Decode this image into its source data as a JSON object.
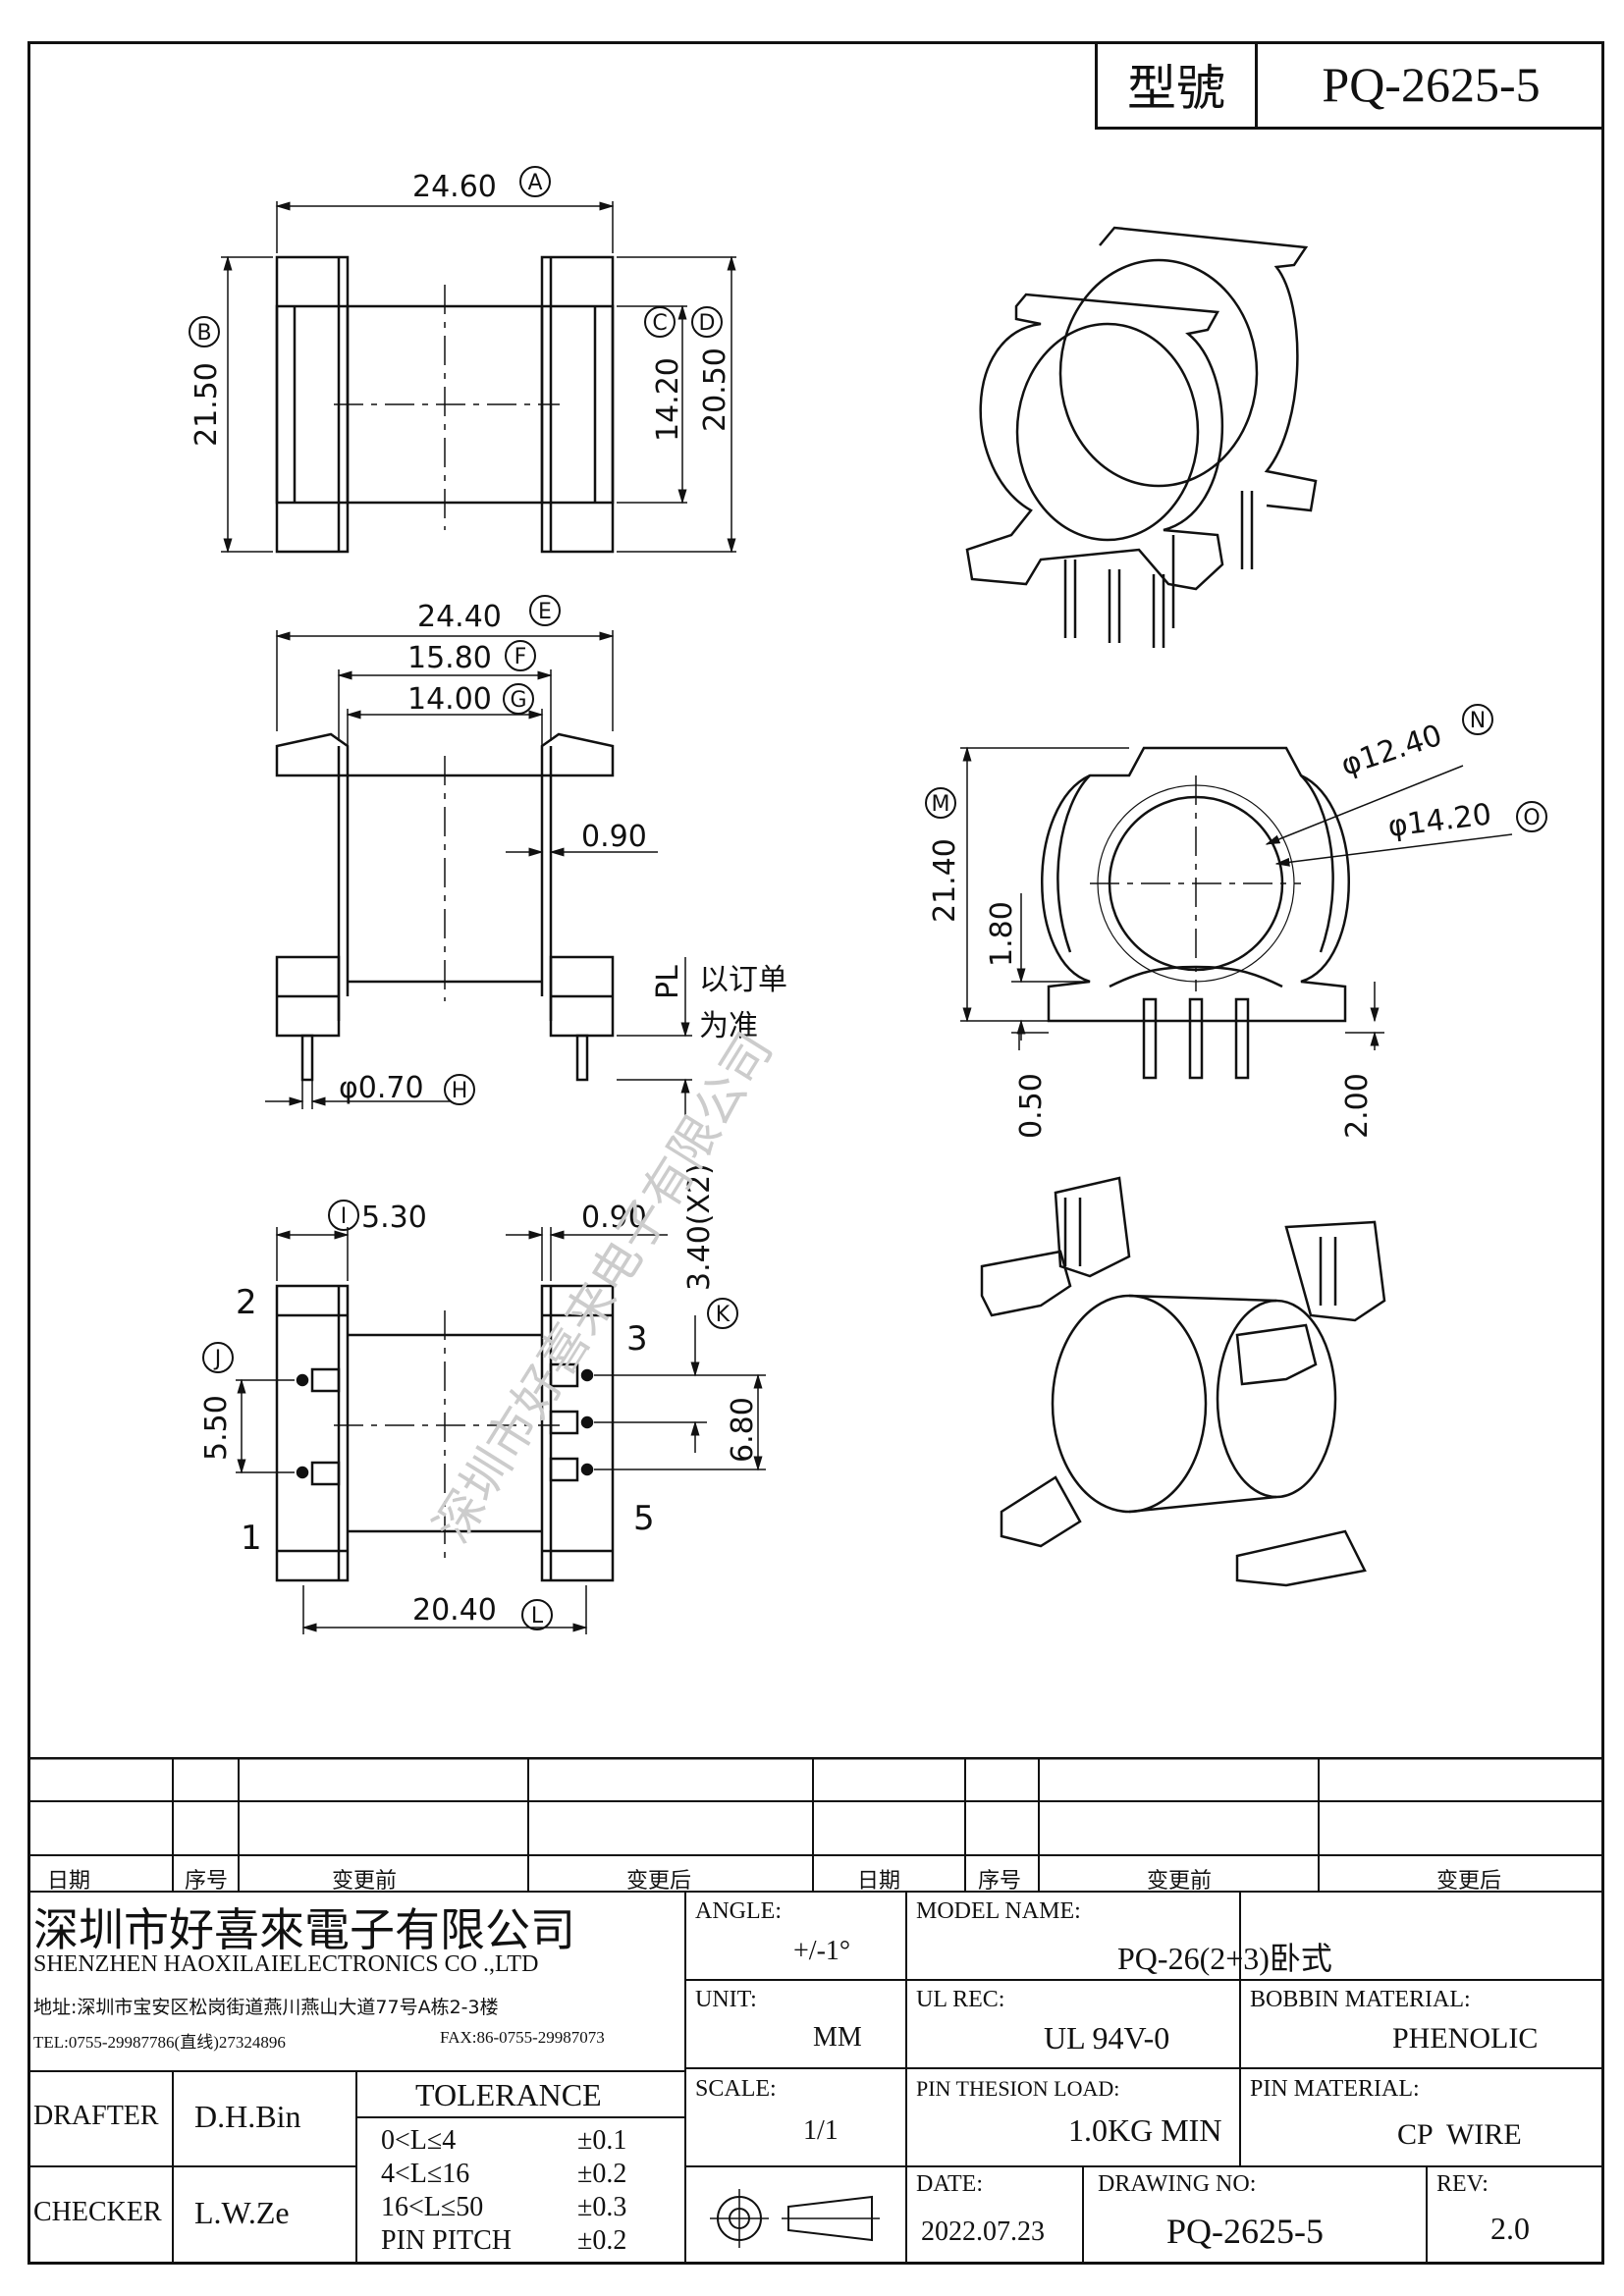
{
  "header": {
    "model_label": "型號",
    "model_value": "PQ-2625-5"
  },
  "dims": {
    "A": "24.60",
    "B": "21.50",
    "C": "14.20",
    "D": "20.50",
    "E": "24.40",
    "F": "15.80",
    "G": "14.00",
    "H": "φ0.70",
    "I": "5.30",
    "J": "5.50",
    "K": "3.40(X2)",
    "L": "20.40",
    "M": "21.40",
    "N": "φ12.40",
    "O": "φ14.20",
    "d090a": "0.90",
    "d090b": "0.90",
    "d180": "1.80",
    "d050": "0.50",
    "d200": "2.00",
    "d680": "6.80",
    "pl": "PL",
    "pl_note1": "以订单",
    "pl_note2": "为准"
  },
  "circled": {
    "A": "A",
    "B": "B",
    "C": "C",
    "D": "D",
    "E": "E",
    "F": "F",
    "G": "G",
    "H": "H",
    "I": "I",
    "J": "J",
    "K": "K",
    "L": "L",
    "M": "M",
    "N": "N",
    "O": "O"
  },
  "pins": {
    "p1": "1",
    "p2": "2",
    "p3": "3",
    "p5": "5"
  },
  "watermark": "深圳市好喜来电子有限公司",
  "revision_table": {
    "headers": [
      "日期",
      "序号",
      "变更前",
      "变更后",
      "日期",
      "序号",
      "变更前",
      "变更后"
    ]
  },
  "title_block": {
    "company_cn": "深圳市好喜來電子有限公司",
    "company_en": "SHENZHEN HAOXILAIELECTRONICS CO .,LTD",
    "address": "地址:深圳市宝安区松岗街道燕川燕山大道77号A栋2-3楼",
    "tel": "TEL:0755-29987786(直线)27324896",
    "fax": "FAX:86-0755-29987073",
    "drafter_label": "DRAFTER",
    "drafter": "D.H.Bin",
    "checker_label": "CHECKER",
    "checker": "L.W.Ze",
    "tolerance_title": "TOLERANCE",
    "tolerances": [
      {
        "range": "0<L≤4",
        "tol": "±0.1"
      },
      {
        "range": "4<L≤16",
        "tol": "±0.2"
      },
      {
        "range": "16<L≤50",
        "tol": "±0.3"
      },
      {
        "range": "PIN PITCH",
        "tol": "±0.2"
      }
    ],
    "angle_label": "ANGLE:",
    "angle": "+/-1°",
    "unit_label": "UNIT:",
    "unit": "MM",
    "scale_label": "SCALE:",
    "scale": "1/1",
    "model_name_label": "MODEL NAME:",
    "model_name": "PQ-26(2+3)卧式",
    "ul_label": "UL REC:",
    "ul": "UL 94V-0",
    "bobbin_label": "BOBBIN MATERIAL:",
    "bobbin": "PHENOLIC",
    "pin_load_label": "PIN THESION LOAD:",
    "pin_load": "1.0KG MIN",
    "pin_mat_label": "PIN MATERIAL:",
    "pin_mat": "CP  WIRE",
    "date_label": "DATE:",
    "date": "2022.07.23",
    "drawing_label": "DRAWING NO:",
    "drawing": "PQ-2625-5",
    "rev_label": "REV:",
    "rev": "2.0"
  }
}
